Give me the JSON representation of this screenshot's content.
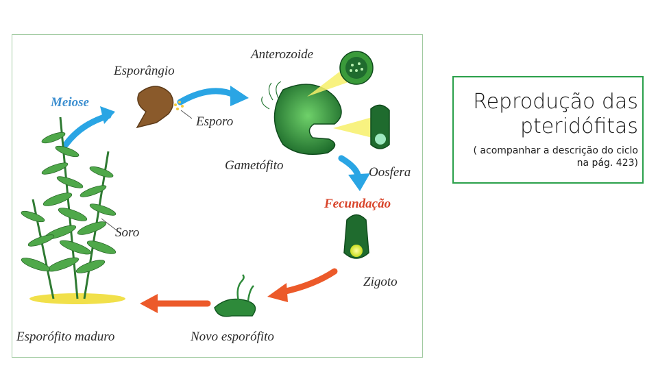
{
  "diagram": {
    "labels": {
      "anterozoide": "Anterozoide",
      "esporangio": "Esporângio",
      "meiose": "Meiose",
      "esporo": "Esporo",
      "gametofito": "Gametófito",
      "oosfera": "Oosfera",
      "fecundacao": "Fecundação",
      "soro": "Soro",
      "zigoto": "Zigoto",
      "esporofito_maduro": "Esporófito maduro",
      "novo_esporofito": "Novo esporófito"
    },
    "colors": {
      "blue_arrow": "#2aa5e4",
      "orange_arrow": "#ec5a2a",
      "green_dark": "#1f6b2e",
      "green_light": "#5fbf4e",
      "brown": "#8a5a2b",
      "yellow_beam": "#f7f06a"
    }
  },
  "side_panel": {
    "title": "Reprodução das pteridófitas",
    "subtitle": "( acompanhar a descrição do ciclo na pág. 423)"
  }
}
